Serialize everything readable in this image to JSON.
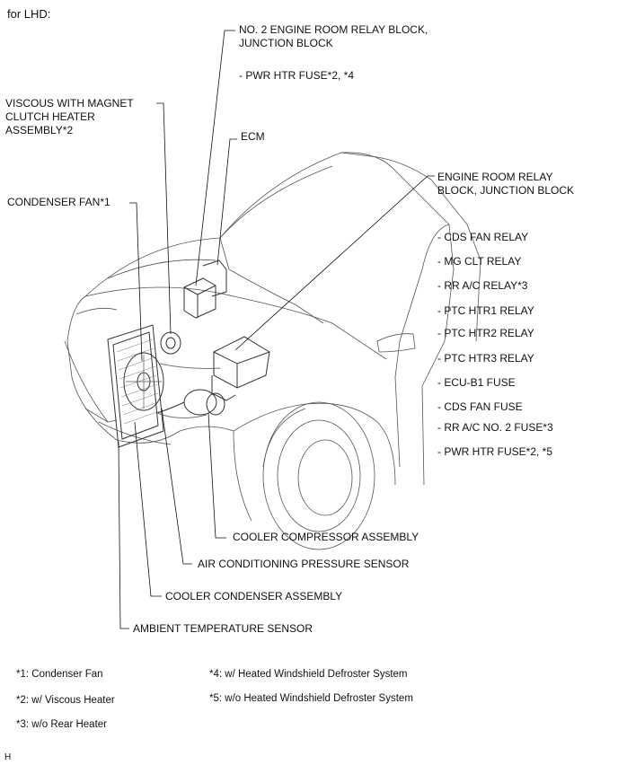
{
  "title": "for LHD:",
  "labels": {
    "no2_relay_block": [
      "NO. 2 ENGINE ROOM RELAY BLOCK,",
      "JUNCTION BLOCK"
    ],
    "pwr_htr_fuse_24": "- PWR HTR FUSE*2, *4",
    "viscous_heater": [
      "VISCOUS WITH MAGNET",
      "CLUTCH HEATER",
      "ASSEMBLY*2"
    ],
    "ecm": "ECM",
    "condenser_fan": "CONDENSER FAN*1",
    "engine_room_relay_block": [
      "ENGINE ROOM RELAY",
      "BLOCK, JUNCTION BLOCK"
    ],
    "cooler_compressor": "COOLER COMPRESSOR ASSEMBLY",
    "ac_pressure_sensor": "AIR CONDITIONING PRESSURE SENSOR",
    "cooler_condenser": "COOLER CONDENSER ASSEMBLY",
    "ambient_temp_sensor": "AMBIENT TEMPERATURE SENSOR"
  },
  "relay_block_items": [
    "- CDS FAN RELAY",
    "- MG CLT RELAY",
    "- RR A/C RELAY*3",
    "- PTC HTR1 RELAY",
    "- PTC HTR2 RELAY",
    "- PTC HTR3 RELAY",
    "- ECU-B1 FUSE",
    "- CDS FAN FUSE",
    "- RR A/C NO. 2 FUSE*3",
    "- PWR HTR FUSE*2, *5"
  ],
  "footnotes": {
    "n1": "*1: Condenser Fan",
    "n2": "*2: w/ Viscous Heater",
    "n3": "*3: w/o Rear Heater",
    "n4": "*4: w/ Heated Windshield Defroster System",
    "n5": "*5: w/o Heated Windshield Defroster System"
  },
  "corner_mark": "H"
}
